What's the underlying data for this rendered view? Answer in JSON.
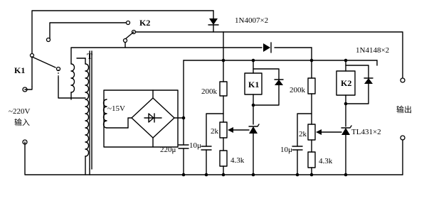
{
  "labels": {
    "k1": "K1",
    "k2": "K2",
    "transformer": "T",
    "diode_main": "1N4007×2",
    "diode_small": "1N4148×2",
    "input_voltage": "~220V",
    "input_cn": "输入",
    "output_cn": "输出",
    "secondary": "~15V",
    "r_200k_a": "200k",
    "r_200k_b": "200k",
    "pot_a": "2k",
    "pot_b": "2k",
    "r_43k_a": "4.3k",
    "r_43k_b": "4.3k",
    "c_220": "220μ",
    "c_10_a": "10μ",
    "c_10_b": "10μ",
    "relay_k1": "K1",
    "relay_k2": "K2",
    "regulator": "TL431×2"
  }
}
